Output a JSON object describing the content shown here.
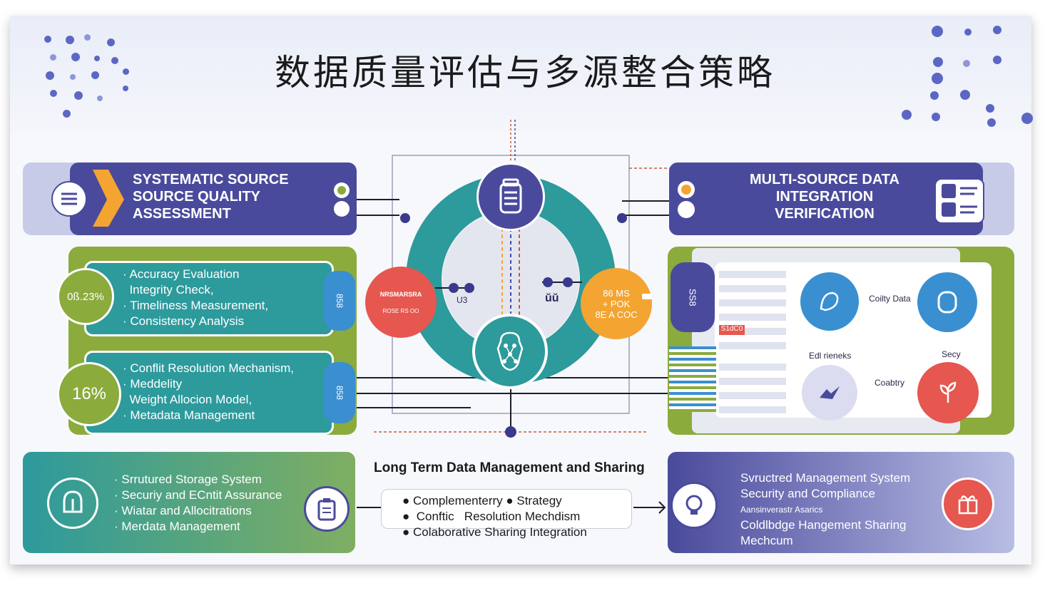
{
  "title": "数据质量评估与多源整合策略",
  "top_left_box": {
    "lines": [
      "SYSTEMATIC SOURCE",
      "SOURCE QUALITY",
      "ASSESSMENT"
    ]
  },
  "top_right_box": {
    "lines": [
      "MULTI-SOURCE DATA",
      "INTEGRATION",
      "VERIFICATION"
    ]
  },
  "left_panel_1": {
    "badge": "0ß.23%",
    "items": [
      "· Accuracy Evaluation",
      "  Integrity Check,",
      "· Timeliness Measurement,",
      "· Consistency Analysis"
    ],
    "tab": "858"
  },
  "left_panel_2": {
    "badge": "16%",
    "items": [
      "· Conflit Resolution Mechanism,",
      "· Meddelity",
      "  Weight Allocion Model,",
      "· Metadata Management"
    ],
    "tab": "858"
  },
  "hub": {
    "left_node_line1": "NRSMARSRA",
    "left_node_line2": "ROSE RS OO",
    "left_label": "U3",
    "right_label": "ŭŭ",
    "right_node_line1": "86 MS",
    "right_node_line2": "+ POK",
    "right_node_line3": "8E A COC"
  },
  "right_panel": {
    "tab": "SS8",
    "highlight": "S1dC0",
    "label_quality": "Coilty Data",
    "label_metrics": "Edl rieneks",
    "label_secy": "Secy",
    "label_coability": "Coabtry"
  },
  "bottom_left": {
    "items": [
      "· Srrutured Storage System",
      "· Securiy and ECntit Assurance",
      "· Wiatar and Allocitrations",
      "· Merdata Management"
    ]
  },
  "bottom_center": {
    "heading": "Long Term Data Management and Sharing",
    "items": [
      "●  Complementerry  ●  Strategy",
      "●  Conftic   Resolution Mechdism",
      "●  Colaborative Sharing Integration"
    ]
  },
  "bottom_right": {
    "lines": [
      "Svructred Management System",
      "Security and Compliance",
      "Aansinverastr Asarics",
      "Coldlbdge Hangement Sharing",
      "Mechcum"
    ]
  },
  "colors": {
    "navy": "#4a4a9c",
    "teal": "#2d9a9c",
    "green": "#8bab3d",
    "orange": "#f3a431",
    "red": "#e5574f",
    "blue": "#3a8fd1"
  }
}
